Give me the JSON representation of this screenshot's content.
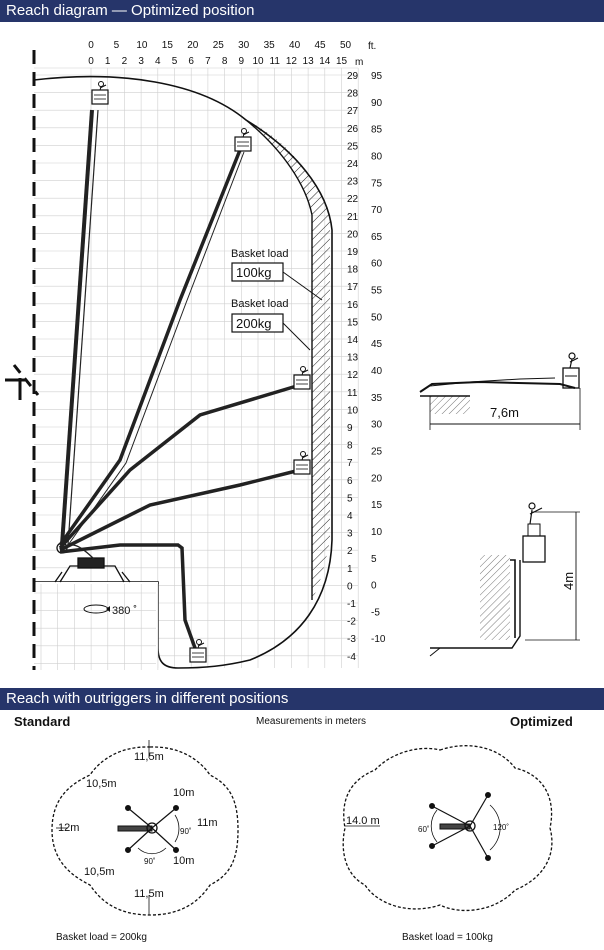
{
  "header": {
    "title": "Reach diagram  —  Optimized position"
  },
  "reach_diagram": {
    "scale_ft": [
      "0",
      "5",
      "10",
      "15",
      "20",
      "25",
      "30",
      "35",
      "40",
      "45",
      "50"
    ],
    "unit_ft": "ft.",
    "scale_m_top": [
      "0",
      "1",
      "2",
      "3",
      "4",
      "5",
      "6",
      "7",
      "8",
      "9",
      "10",
      "11",
      "12",
      "13",
      "14",
      "15"
    ],
    "unit_m": "m",
    "height_m": [
      "29",
      "28",
      "27",
      "26",
      "25",
      "24",
      "23",
      "22",
      "21",
      "20",
      "19",
      "18",
      "17",
      "16",
      "15",
      "14",
      "13",
      "12",
      "11",
      "10",
      "9",
      "8",
      "7",
      "6",
      "5",
      "4",
      "3",
      "2",
      "1",
      "0",
      "-1",
      "-2",
      "-3",
      "-4"
    ],
    "height_ft": [
      "95",
      "90",
      "85",
      "80",
      "75",
      "70",
      "65",
      "60",
      "55",
      "50",
      "45",
      "40",
      "35",
      "30",
      "25",
      "20",
      "15",
      "10",
      "5",
      "0",
      "-5",
      "-10"
    ],
    "basket_load_label_1": "Basket load",
    "basket_load_value_1": "100kg",
    "basket_load_label_2": "Basket load",
    "basket_load_value_2": "200kg",
    "rotation": "380 ˚"
  },
  "side_view": {
    "horizontal_reach": "7,6m",
    "vertical_reach": "4m"
  },
  "outriggers_section": {
    "title": "Reach with outriggers in different positions",
    "standard_title": "Standard",
    "measurements_note": "Measurements in meters",
    "optimized_title": "Optimized",
    "standard": {
      "top": "11,5m",
      "upper_left": "10,5m",
      "upper_right": "10m",
      "left": "12m",
      "right": "11m",
      "lower_left": "10,5m",
      "lower_right": "10m",
      "bottom": "11,5m",
      "angle_1": "90˚",
      "angle_2": "90˚",
      "basket_load": "Basket load = 200kg"
    },
    "optimized": {
      "left": "14.0 m",
      "angle_left": "60˚",
      "angle_right": "120˚",
      "basket_load": "Basket load = 100kg"
    }
  },
  "colors": {
    "banner": "#26356a",
    "grid": "#cfcfcf",
    "line": "#111111"
  }
}
